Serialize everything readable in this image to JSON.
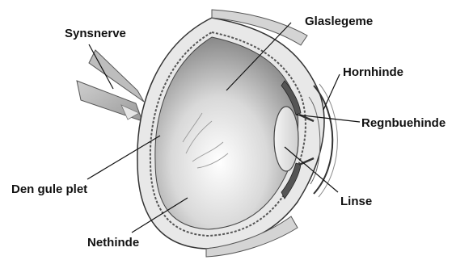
{
  "diagram": {
    "labels": {
      "synsnerve": "Synsnerve",
      "glaslegeme": "Glaslegeme",
      "hornhinde": "Hornhinde",
      "regnbuehinde": "Regnbuehinde",
      "den_gule_plet": "Den gule plet",
      "linse": "Linse",
      "nethinde": "Nethinde"
    }
  }
}
